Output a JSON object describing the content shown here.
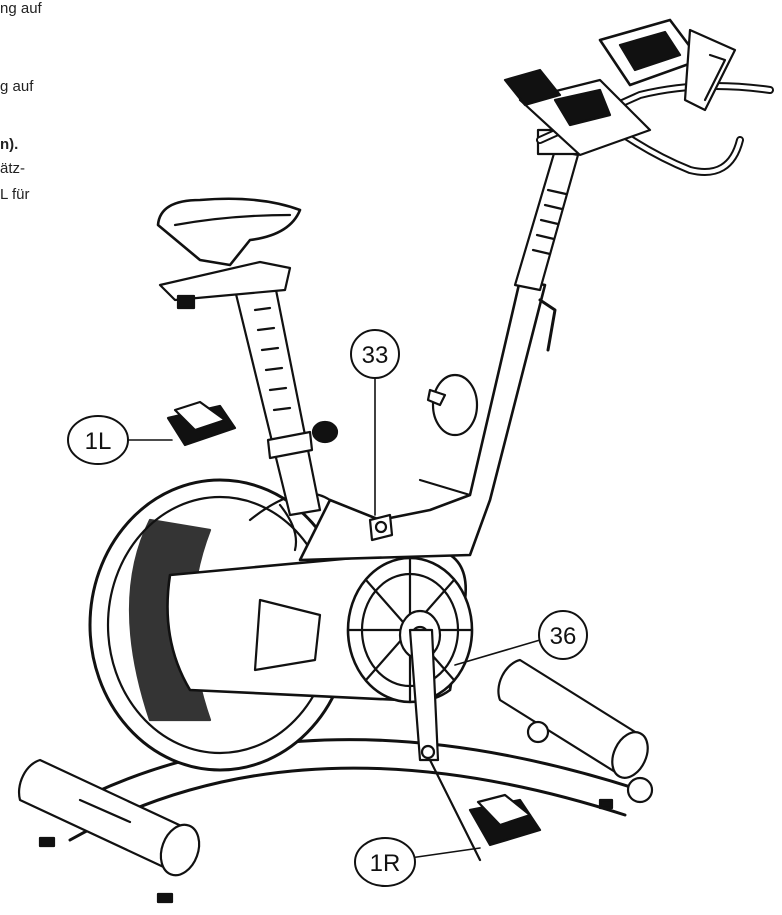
{
  "text_fragments": [
    {
      "text": "ng auf",
      "bold": false
    },
    {
      "text": "g auf",
      "bold": false
    },
    {
      "text": "n).",
      "bold": true
    },
    {
      "text": "ätz-",
      "bold": false
    },
    {
      "text": "L für",
      "bold": false
    }
  ],
  "callouts": [
    {
      "label": "1L"
    },
    {
      "label": "33"
    },
    {
      "label": "36"
    },
    {
      "label": "1R"
    }
  ],
  "colors": {
    "line": "#111111",
    "background": "#ffffff",
    "text": "#222222"
  }
}
